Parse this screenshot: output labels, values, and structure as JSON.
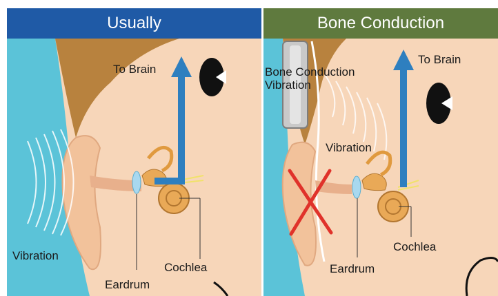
{
  "left_panel": {
    "title": "Usually",
    "labels": {
      "to_brain": "To Brain",
      "vibration": "Vibration",
      "eardrum": "Eardrum",
      "cochlea": "Cochlea"
    }
  },
  "right_panel": {
    "title": "Bone Conduction",
    "labels": {
      "to_brain": "To Brain",
      "bone_conduction_line1": "Bone Conduction",
      "bone_conduction_line2": "Vibration",
      "vibration": "Vibration",
      "eardrum": "Eardrum",
      "cochlea": "Cochlea"
    }
  },
  "colors": {
    "skin": "#f7d6b9",
    "hair": "#b8823e",
    "background_blue": "#5bc3d8",
    "arrow": "#2e7fbf",
    "cross": "#e0322a",
    "header_left": "#1f5aa6",
    "header_right": "#5f7a3e"
  }
}
